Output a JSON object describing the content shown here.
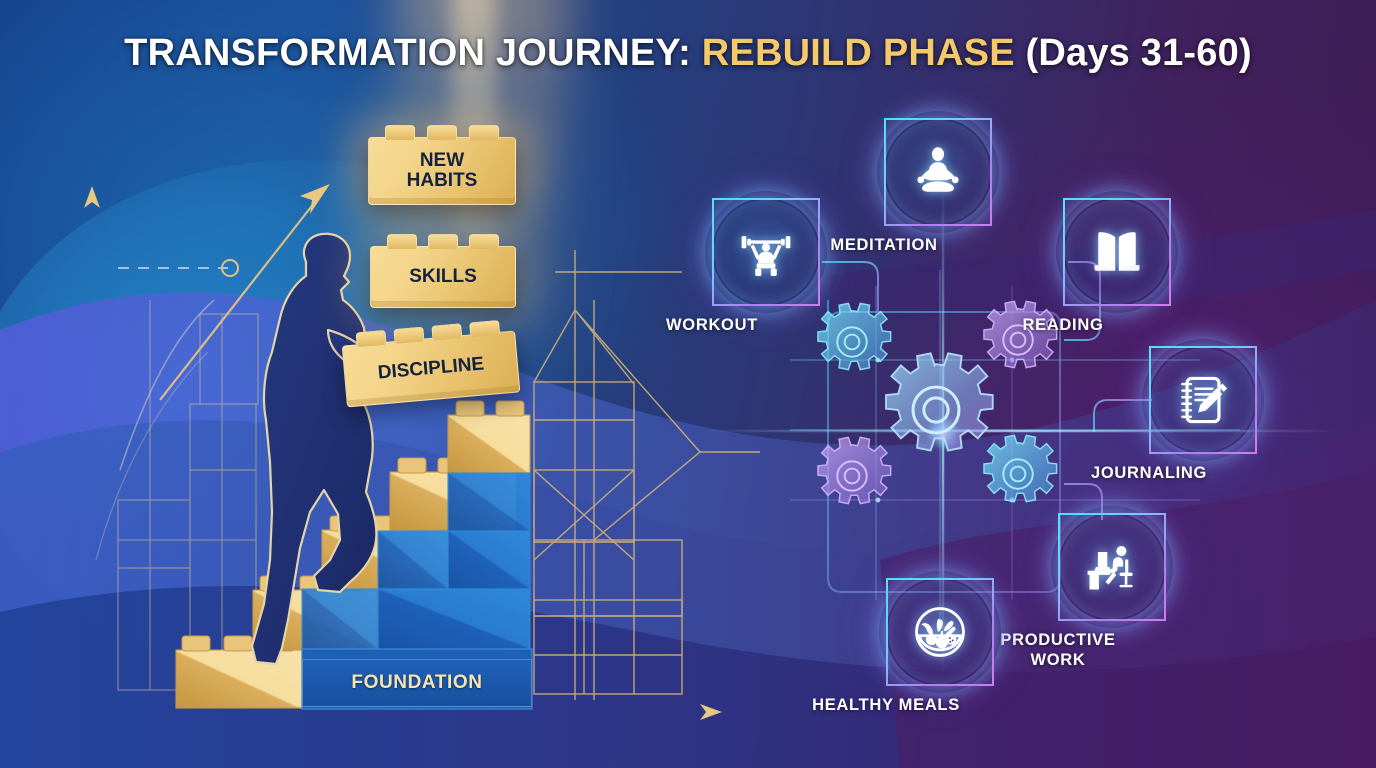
{
  "header": {
    "title_main": "TRANSFORMATION JOURNEY: ",
    "title_accent": "REBUILD PHASE",
    "title_suffix": " (Days 31-60)",
    "accent_color": "#f3c96b",
    "text_color": "#ffffff"
  },
  "left_panel": {
    "section_name": "building-blocks-staircase",
    "blocks": [
      {
        "id": "new-habits",
        "label_line1": "NEW",
        "label_line2": "HABITS",
        "state": "floating",
        "color": "#f0cd80"
      },
      {
        "id": "skills",
        "label_line1": "SKILLS",
        "label_line2": "",
        "state": "floating",
        "color": "#f0cd80"
      },
      {
        "id": "discipline",
        "label_line1": "DISCIPLINE",
        "label_line2": "",
        "state": "carried",
        "color": "#f0cd80"
      }
    ],
    "foundation_label": "FOUNDATION",
    "foundation_color": "#1f61b8",
    "foundation_text_color": "#f6e3b0",
    "figure": "man-climbing-steps-carrying-block",
    "axis_color": "#d9b46a",
    "step_gold": "#eec87a",
    "step_blue": "#1e6fc0"
  },
  "right_panel": {
    "section_name": "daily-habit-system",
    "center": {
      "name": "gear-cluster",
      "gear_count": 5
    },
    "habits": [
      {
        "id": "workout",
        "label": "WORKOUT",
        "icon": "weightlifter-icon",
        "lines": 1
      },
      {
        "id": "meditation",
        "label": "MEDITATION",
        "icon": "lotus-meditation-icon",
        "lines": 1
      },
      {
        "id": "reading",
        "label": "READING",
        "icon": "open-book-icon",
        "lines": 1
      },
      {
        "id": "journaling",
        "label": "JOURNALING",
        "icon": "notebook-pencil-icon",
        "lines": 1
      },
      {
        "id": "productive-work",
        "label": "PRODUCTIVE WORK",
        "icon": "person-at-desk-icon",
        "lines": 2
      },
      {
        "id": "healthy-meals",
        "label": "HEALTHY MEALS",
        "icon": "vegetable-bowl-icon",
        "lines": 1
      }
    ],
    "ring_gradient_start": "#4fe3f5",
    "ring_gradient_end": "#d07bf0"
  },
  "theme": {
    "bg_left": "#16418c",
    "bg_right": "#3d1a52",
    "gold": "#e9c470",
    "cyan": "#4fe3f5",
    "violet": "#b07ff0"
  }
}
